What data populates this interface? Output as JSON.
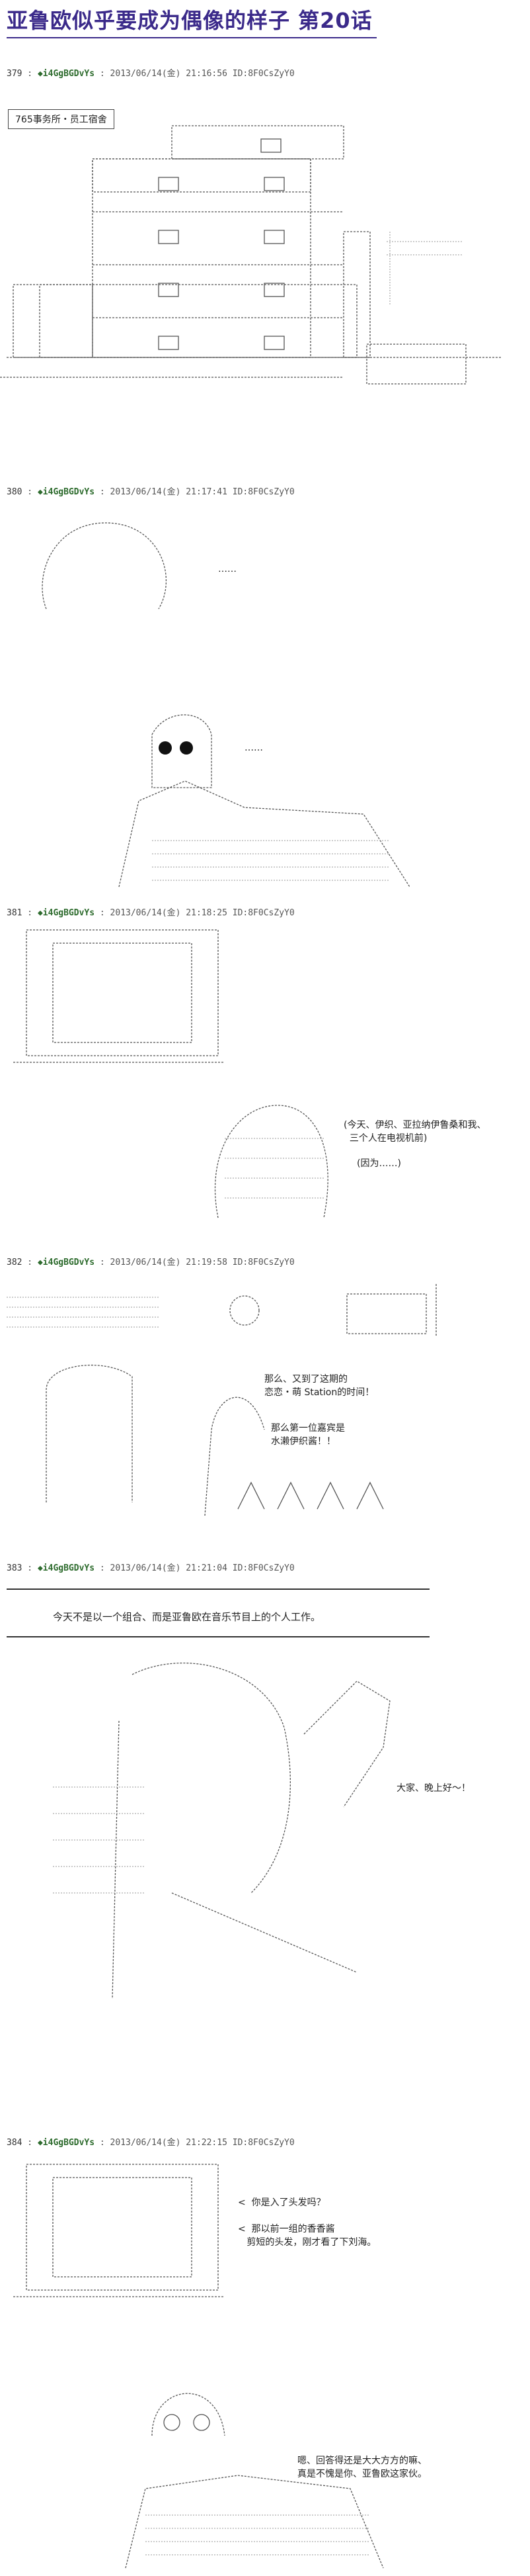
{
  "title": "亚鲁欧似乎要成为偶像的样子 第20话",
  "posts": [
    {
      "num": "379",
      "name": "◆i4GgBGDvYs",
      "date": "2013/06/14(金) 21:16:56",
      "id": "ID:8F0CsZyY0"
    },
    {
      "num": "380",
      "name": "◆i4GgBGDvYs",
      "date": "2013/06/14(金) 21:17:41",
      "id": "ID:8F0CsZyY0"
    },
    {
      "num": "381",
      "name": "◆i4GgBGDvYs",
      "date": "2013/06/14(金) 21:18:25",
      "id": "ID:8F0CsZyY0"
    },
    {
      "num": "382",
      "name": "◆i4GgBGDvYs",
      "date": "2013/06/14(金) 21:19:58",
      "id": "ID:8F0CsZyY0"
    },
    {
      "num": "383",
      "name": "◆i4GgBGDvYs",
      "date": "2013/06/14(金) 21:21:04",
      "id": "ID:8F0CsZyY0"
    },
    {
      "num": "384",
      "name": "◆i4GgBGDvYs",
      "date": "2013/06/14(金) 21:22:15",
      "id": "ID:8F0CsZyY0"
    }
  ],
  "label_office": "765事务所・员工宿舍",
  "ellipsis_1": "……",
  "ellipsis_2": "……",
  "caption_381": "(今天、伊织、亚拉纳伊鲁桑和我、\n  三个人在电视机前)",
  "caption_381b": "(因为……)",
  "caption_382": "那么、又到了这期的\n恋恋・萌 Station的时间！",
  "caption_382b": "那么第一位嘉宾是\n水濑伊织酱！！",
  "narration_383": "今天不是以一个组合、而是亚鲁欧在音乐节目上的个人工作。",
  "caption_383": "大家、晚上好～！",
  "caption_384a": "<  你是入了头发吗？",
  "caption_384b": "<  那以前一组的香香酱\n   剪短的头发，刚才看了下刘海。",
  "caption_384c": "嗯、回答得还是大大方方的嘛、\n真是不愧是你、亚鲁欧这家伙。",
  "colors": {
    "title": "#3b2a8a",
    "name": "#2d6b2d",
    "ink": "#555555"
  }
}
